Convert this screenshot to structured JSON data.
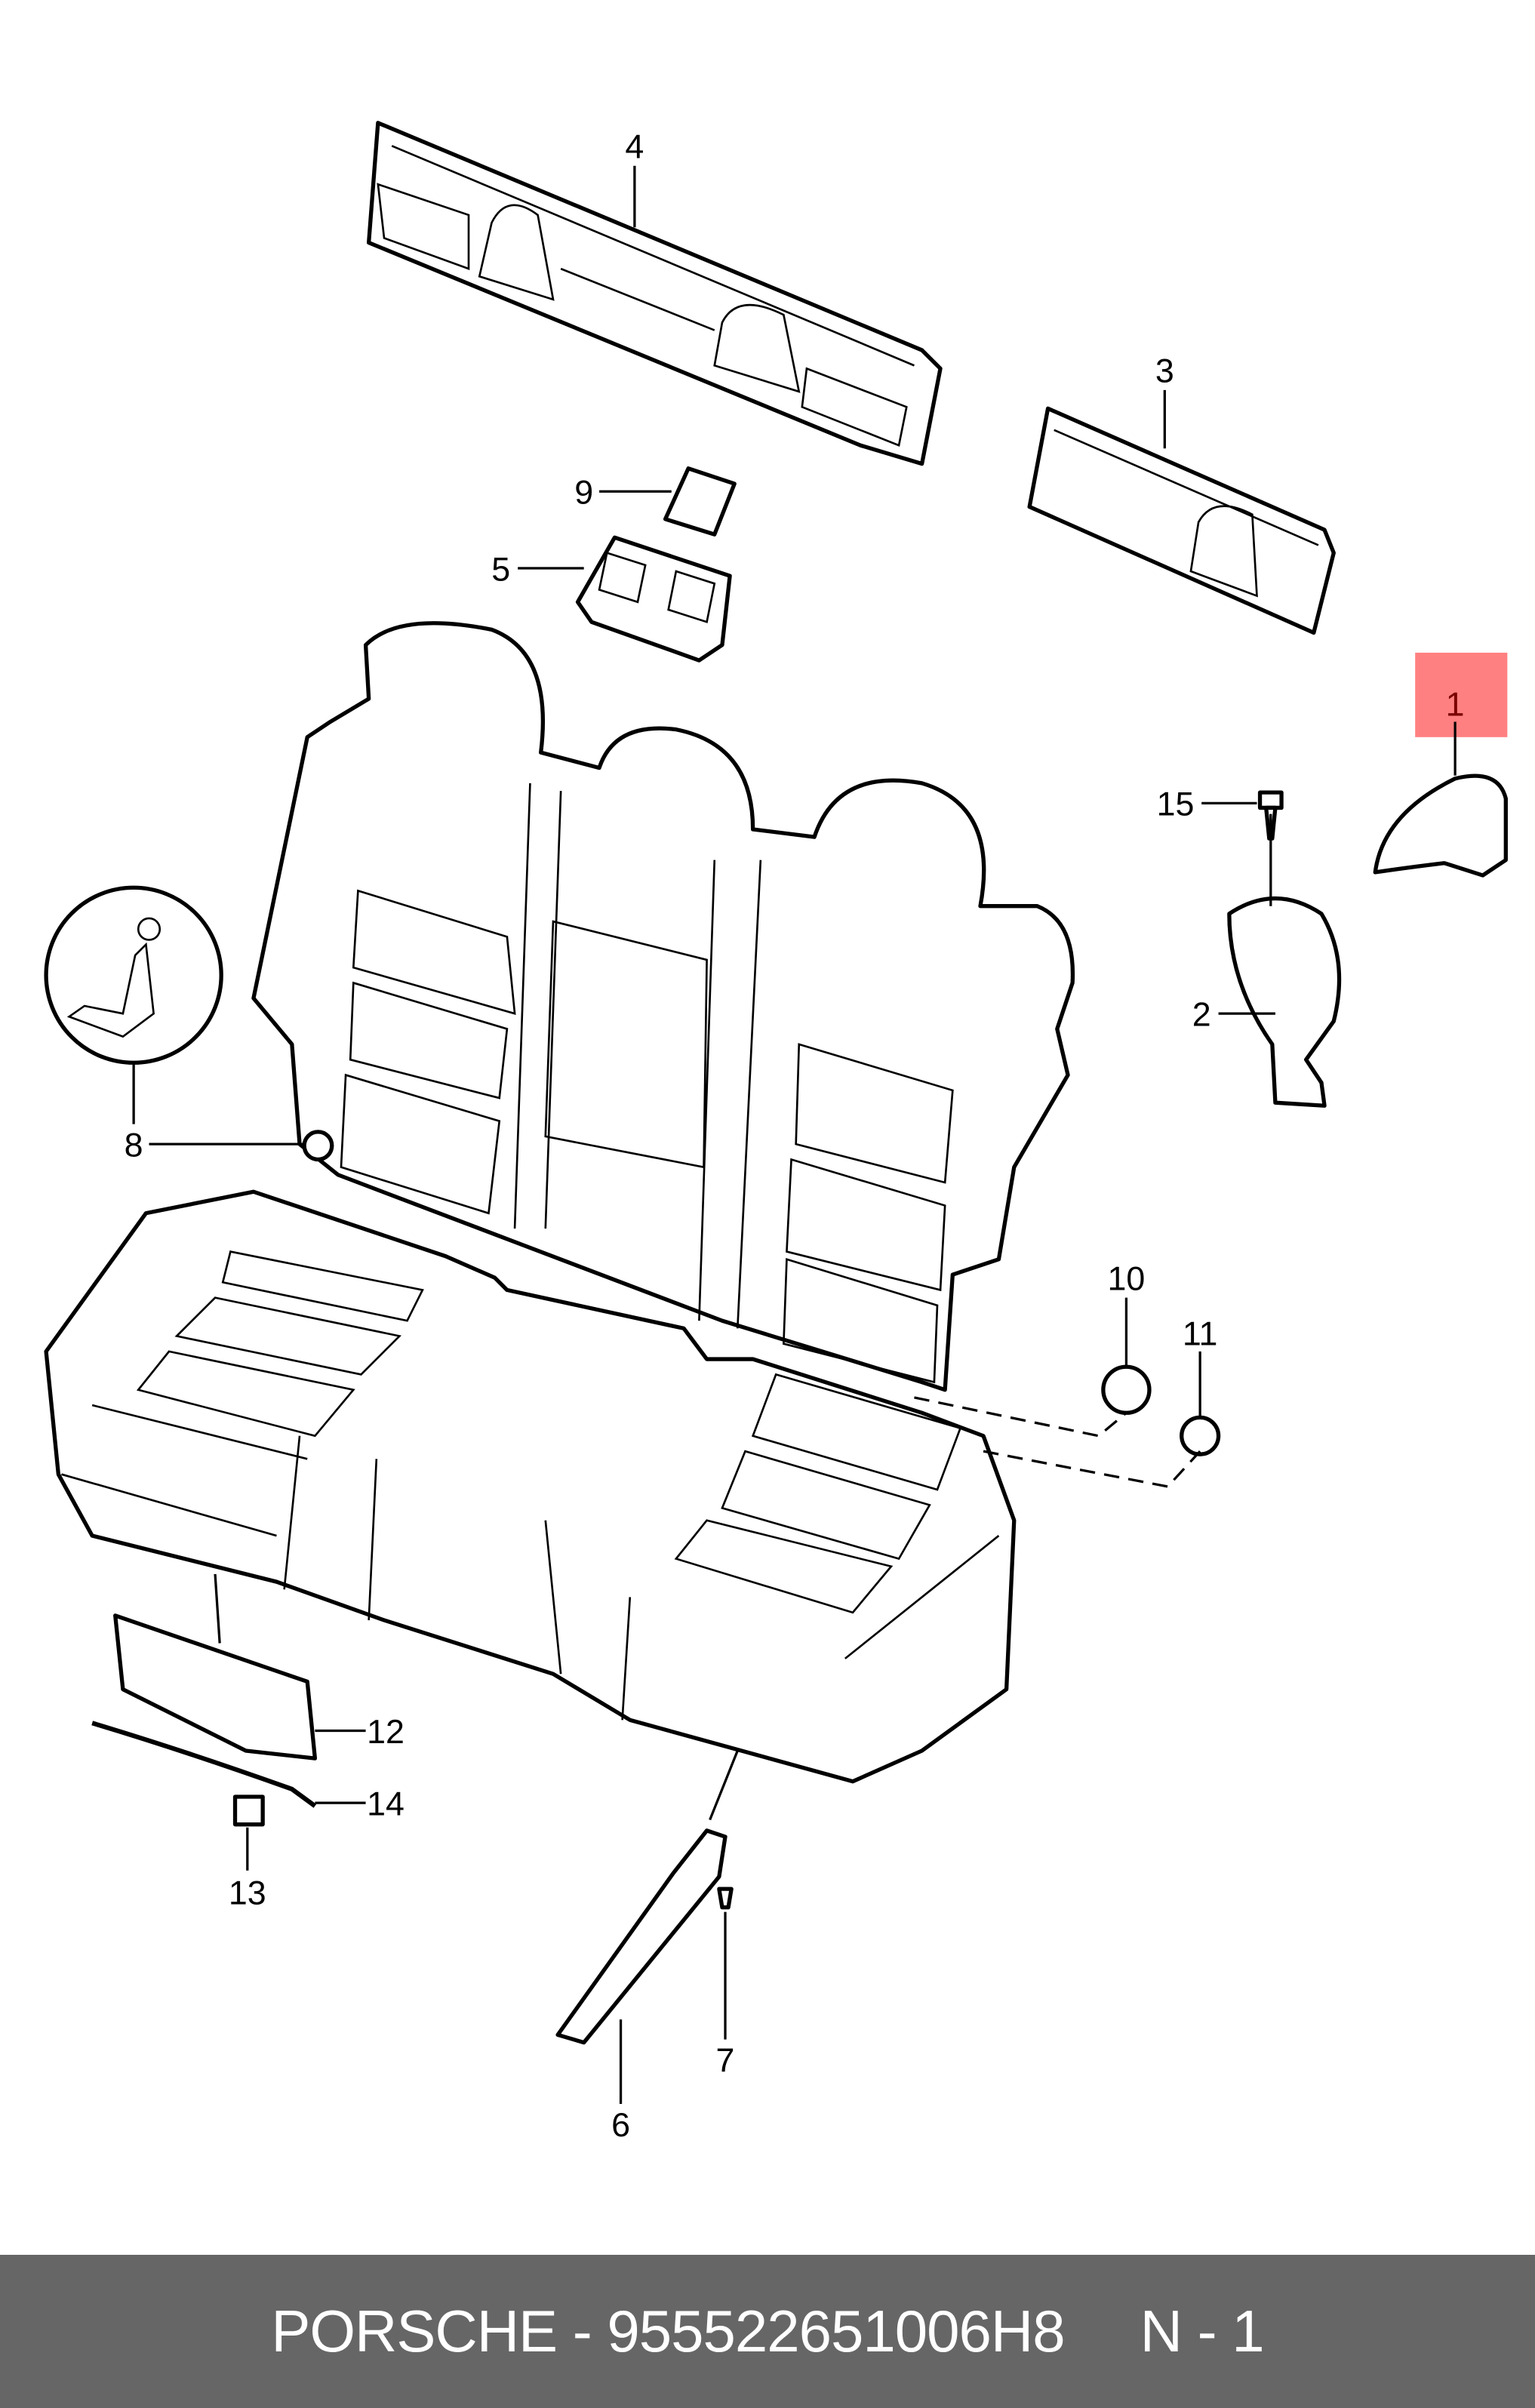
{
  "diagram": {
    "callouts": {
      "c1": "1",
      "c2": "2",
      "c3": "3",
      "c4": "4",
      "c5": "5",
      "c6": "6",
      "c7": "7",
      "c8": "8",
      "c9": "9",
      "c10": "10",
      "c11": "11",
      "c12": "12",
      "c13": "13",
      "c14": "14",
      "c15": "15"
    },
    "highlighted_callout": "1",
    "highlight_color": "#ff8080"
  },
  "footer": {
    "part_text": "PORSCHE - 955522651006H8",
    "quantity_text": "N - 1",
    "background_color": "#666666"
  }
}
